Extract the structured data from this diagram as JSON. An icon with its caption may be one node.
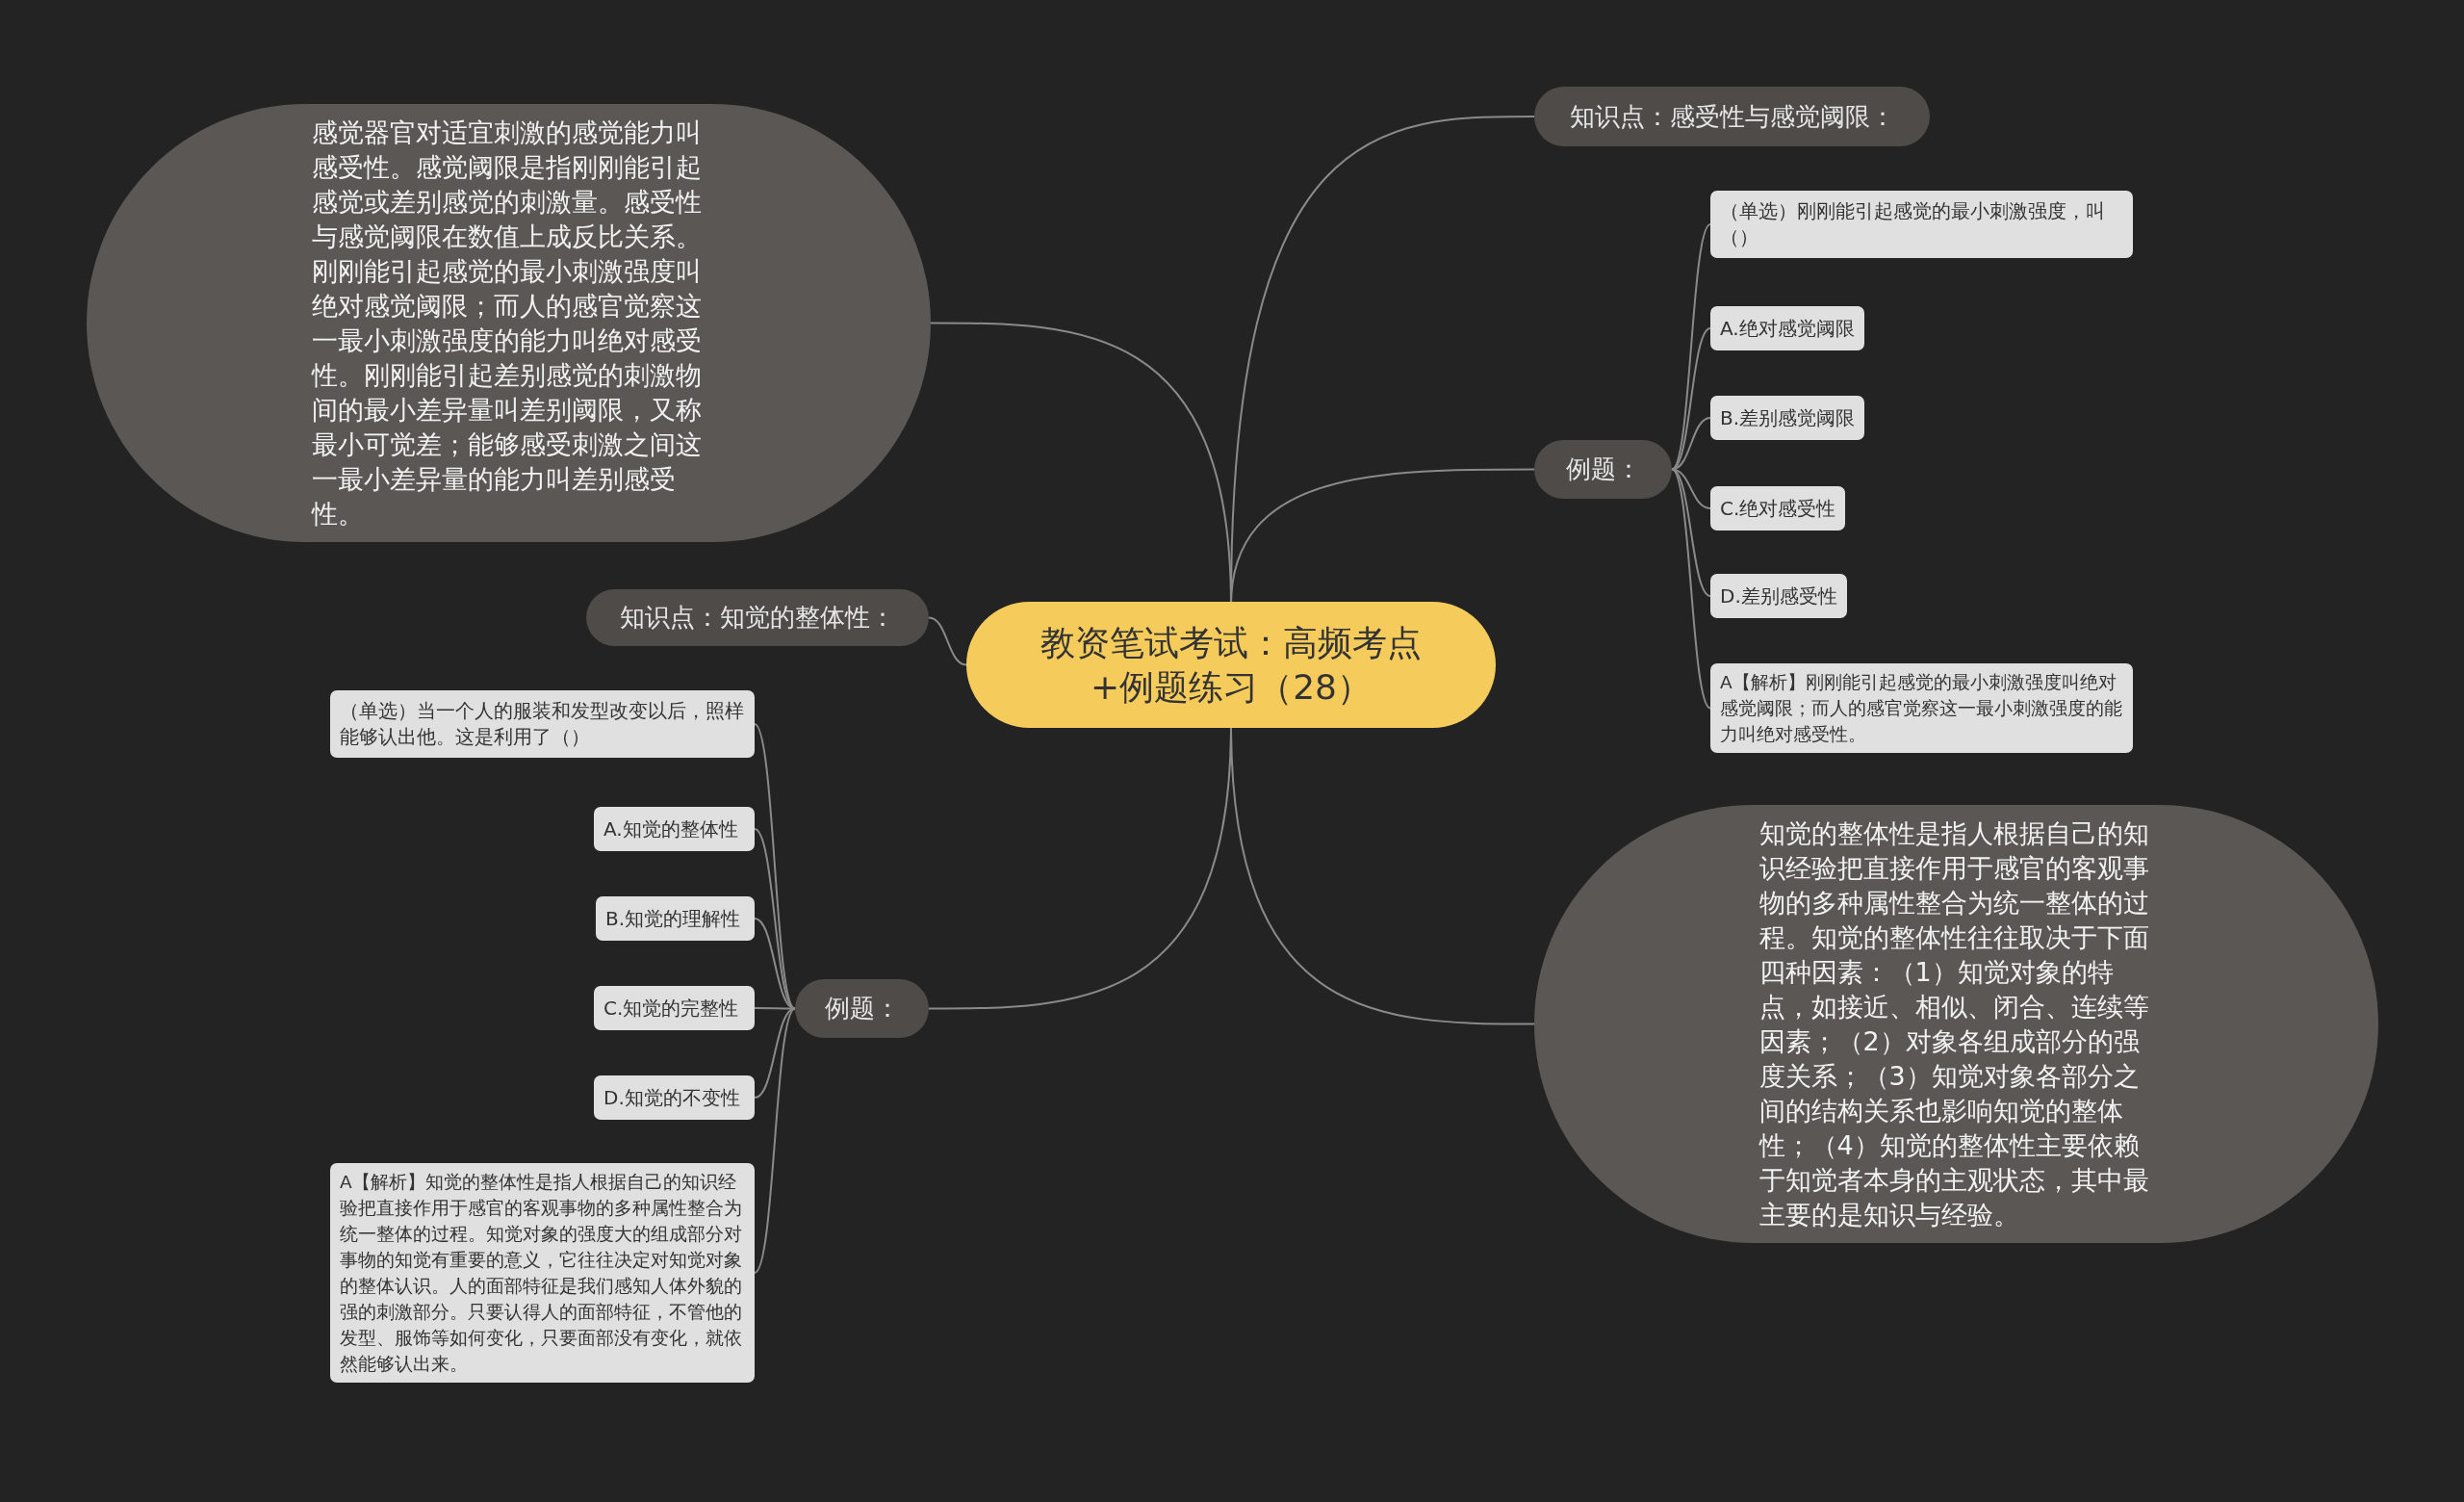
{
  "diagram": {
    "nodes": [
      {
        "text": [
          "教资笔试考试：高频考点+例题练习（28）"
        ]
      },
      {
        "text": [
          "知识点：感受性与感觉阈限："
        ]
      },
      {
        "text": [
          "例题："
        ]
      },
      {
        "text": [
          "（单选）刚刚能引起感觉的最小刺激强度，叫（）"
        ]
      },
      {
        "text": [
          "A.绝对感觉阈限"
        ]
      },
      {
        "text": [
          "B.差别感觉阈限"
        ]
      },
      {
        "text": [
          "C.绝对感受性"
        ]
      },
      {
        "text": [
          "D.差别感受性"
        ]
      },
      {
        "text": [
          "A【解析】刚刚能引起感觉的最小刺激强度叫绝对感觉阈限；而人的感官觉察这一最小刺激强度的能力叫绝对感受性。"
        ]
      },
      {
        "text": [
          "知觉的整体性是指人根据自己的知识经验把直接作用于感官的客观事物的多种属性整合为统一整体的过程。知觉的整体性往往取决于下面四种因素：（1）知觉对象的特点，如接近、相似、闭合、连续等因素；（2）对象各组成部分的强度关系；（3）知觉对象各部分之间的结构关系也影响知觉的整体性；（4）知觉的整体性主要依赖于知觉者本身的主观状态，其中最主要的是知识与经验。"
        ]
      },
      {
        "text": [
          "感觉器官对适宜刺激的感觉能力叫感受性。感觉阈限是指刚刚能引起感觉或差别感觉的刺激量。感受性与感觉阈限在数值上成反比关系。刚刚能引起感觉的最小刺激强度叫绝对感觉阈限；而人的感官觉察这一最小刺激强度的能力叫绝对感受性。刚刚能引起差别感觉的刺激物间的最小差异量叫差别阈限，又称最小可觉差；能够感受刺激之间这一最小差异量的能力叫差别感受性。"
        ]
      },
      {
        "text": [
          "知识点：知觉的整体性："
        ]
      },
      {
        "text": [
          "例题："
        ]
      },
      {
        "text": [
          "（单选）当一个人的服装和发型改变以后，照样能够认出他。这是利用了（）"
        ]
      },
      {
        "text": [
          "A.知觉的整体性"
        ]
      },
      {
        "text": [
          "B.知觉的理解性"
        ]
      },
      {
        "text": [
          "C.知觉的完整性"
        ]
      },
      {
        "text": [
          "D.知觉的不变性"
        ]
      },
      {
        "text": [
          "A【解析】知觉的整体性是指人根据自己的知识经验把直接作用于感官的客观事物的多种属性整合为统一整体的过程。知觉对象的强度大的组成部分对事物的知觉有重要的意义，它往往决定对知觉对象的整体认识。人的面部特征是我们感知人体外貌的强的刺激部分。只要认得人的面部特征，不管他的发型、服饰等如何变化，只要面部没有变化，就依然能够认出来。"
        ]
      }
    ],
    "edges": [
      {
        "from": 0,
        "to": 1,
        "arrow": "none"
      },
      {
        "from": 0,
        "to": 2,
        "arrow": "none"
      },
      {
        "from": 2,
        "to": 3,
        "arrow": "none"
      },
      {
        "from": 2,
        "to": 4,
        "arrow": "none"
      },
      {
        "from": 2,
        "to": 5,
        "arrow": "none"
      },
      {
        "from": 2,
        "to": 6,
        "arrow": "none"
      },
      {
        "from": 2,
        "to": 7,
        "arrow": "none"
      },
      {
        "from": 2,
        "to": 8,
        "arrow": "none"
      },
      {
        "from": 0,
        "to": 9,
        "arrow": "none"
      },
      {
        "from": 0,
        "to": 10,
        "arrow": "none"
      },
      {
        "from": 0,
        "to": 11,
        "arrow": "none"
      },
      {
        "from": 0,
        "to": 12,
        "arrow": "none"
      },
      {
        "from": 12,
        "to": 13,
        "arrow": "none"
      },
      {
        "from": 12,
        "to": 14,
        "arrow": "none"
      },
      {
        "from": 12,
        "to": 15,
        "arrow": "none"
      },
      {
        "from": 12,
        "to": 16,
        "arrow": "none"
      },
      {
        "from": 12,
        "to": 17,
        "arrow": "none"
      },
      {
        "from": 12,
        "to": 18,
        "arrow": "none"
      }
    ]
  }
}
